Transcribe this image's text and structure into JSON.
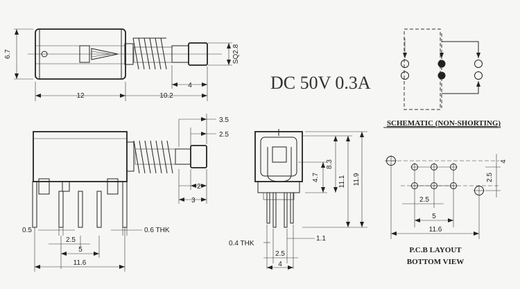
{
  "rating": "DC 50V 0.3A",
  "captions": {
    "schematic": "SCHEMATIC (NON-SHORTING)",
    "pcb_line1": "P.C.B LAYOUT",
    "pcb_line2": "BOTTOM VIEW"
  },
  "top_view": {
    "height": "6.7",
    "body_length": "12",
    "stroke_length": "10.2",
    "shaft_length": "4",
    "shaft_square": "SQ2.8"
  },
  "side_view": {
    "d_35": "3.5",
    "d_25": "2.5",
    "d_2": "2",
    "d_3": "3",
    "pin_width": "0.5",
    "pin_thk": "0.6 THK",
    "pitch": "2.5",
    "pitch2": "5",
    "width": "11.6"
  },
  "front_view": {
    "h_47": "4.7",
    "h_83": "8.3",
    "h_111": "11.1",
    "h_119": "11.9",
    "pin_thk": "0.4 THK",
    "d_11": "1.1",
    "d_25": "2.5",
    "d_4": "4"
  },
  "pcb": {
    "pitch": "2.5",
    "row_gap": "2.5",
    "h_4": "4",
    "d_5": "5",
    "d_116": "11.6"
  }
}
